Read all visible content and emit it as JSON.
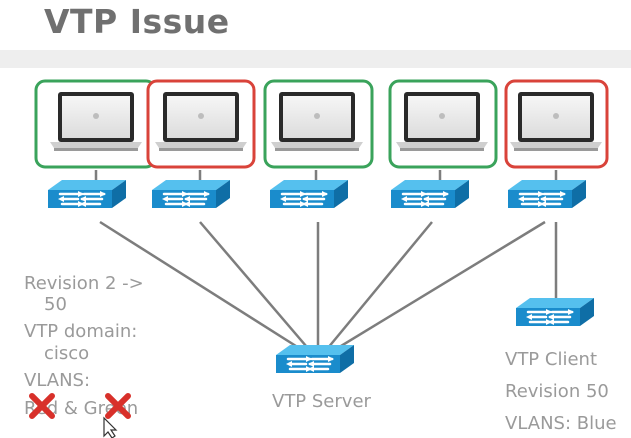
{
  "slide": {
    "title": "VTP Issue"
  },
  "left_notes": {
    "line1": "Revision 2 ->",
    "line2": "50",
    "line3": "VTP domain:",
    "line4": "cisco",
    "line5": "VLANS:",
    "line6": "Red & Green"
  },
  "server": {
    "label": "VTP Server"
  },
  "client": {
    "label": "VTP Client",
    "revision": "Revision 50",
    "vlans": "VLANS: Blue"
  },
  "laptops": [
    {
      "vlan_color": "#3aa35b"
    },
    {
      "vlan_color": "#d9433a"
    },
    {
      "vlan_color": "#3aa35b"
    },
    {
      "vlan_color": "#3aa35b"
    },
    {
      "vlan_color": "#d9433a"
    }
  ],
  "colors": {
    "switch_blue": "#1a8ccc",
    "link_gray": "#7d7d7d",
    "cross_red": "#d8302a"
  }
}
